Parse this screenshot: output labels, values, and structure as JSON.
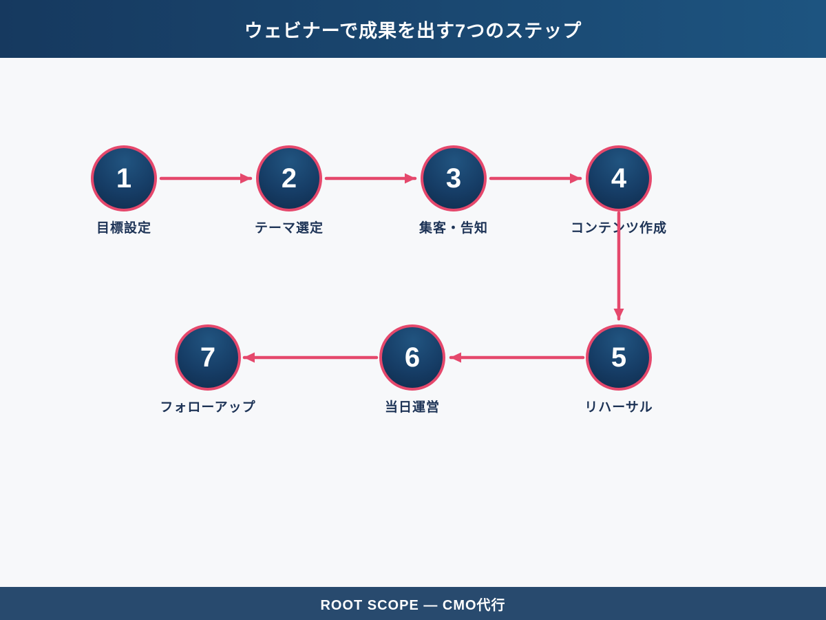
{
  "header": {
    "title": "ウェビナーで成果を出す7つのステップ"
  },
  "footer": {
    "text": "ROOT SCOPE — CMO代行"
  },
  "colors": {
    "header_gradient_left": "#16395f",
    "header_gradient_right": "#1d5480",
    "footer_bg": "#284a6e",
    "page_bg": "#f7f8fa",
    "accent_pink": "#e5486c",
    "circle_fill_dark": "#0f2b4b",
    "circle_fill_light": "#215480",
    "label_text": "#1d3356",
    "number_text": "#ffffff"
  },
  "steps": [
    {
      "number": "1",
      "label": "目標設定"
    },
    {
      "number": "2",
      "label": "テーマ選定"
    },
    {
      "number": "3",
      "label": "集客・告知"
    },
    {
      "number": "4",
      "label": "コンテンツ作成"
    },
    {
      "number": "5",
      "label": "リハーサル"
    },
    {
      "number": "6",
      "label": "当日運営"
    },
    {
      "number": "7",
      "label": "フォローアップ"
    }
  ]
}
